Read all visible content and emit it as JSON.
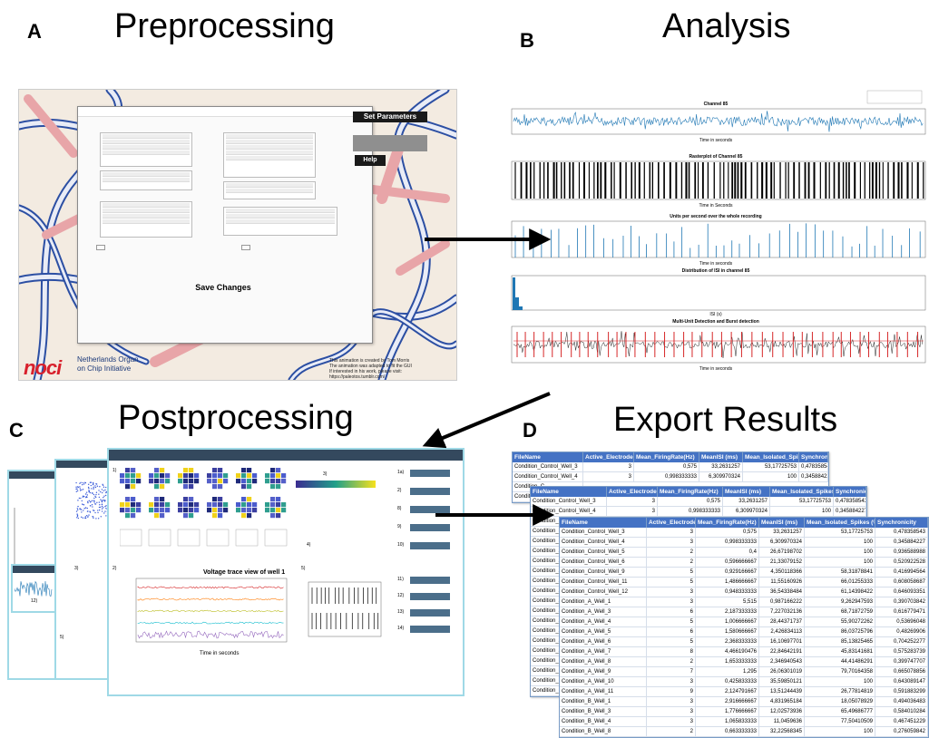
{
  "panels": {
    "a": {
      "letter": "A",
      "title": "Preprocessing"
    },
    "b": {
      "letter": "B",
      "title": "Analysis"
    },
    "c": {
      "letter": "C",
      "title": "Postprocessing"
    },
    "d": {
      "letter": "D",
      "title": "Export Results"
    }
  },
  "preprocessing": {
    "buttons": {
      "set_parameters": "Set Parameters",
      "help": "Help",
      "save_changes": "Save Changes"
    },
    "logo": "noci",
    "org_line1": "Netherlands Organ",
    "org_line2": "on Chip Initiative",
    "credit1": "This animation is created by Tom Morris",
    "credit2": "The animation was adapted to fit the GUI",
    "credit3": "If interested in his work, please visit: https://paleotos.tumblr.com/"
  },
  "analysis": {
    "charts": [
      {
        "title": "Channel 85",
        "xlabel": "Time in seconds"
      },
      {
        "title": "Rasterplot of Channel 85",
        "xlabel": "Time in Seconds"
      },
      {
        "title": "Units per second over the whole recording",
        "xlabel": "Time in seconds"
      },
      {
        "title": "Distribution of ISI in channel 85",
        "xlabel": "ISI (s)"
      },
      {
        "title": "Multi-Unit Detection and Burst detection",
        "xlabel": "Time in seconds"
      }
    ]
  },
  "postprocessing": {
    "step_labels": [
      "1)",
      "2)",
      "3)",
      "4)",
      "5)",
      "11)",
      "12)",
      "13)",
      "14)"
    ],
    "side_labels": [
      "1a)",
      "2)",
      "8)",
      "9)",
      "10)"
    ],
    "voltage_title": "Voltage trace view of well 1",
    "voltage_xlabel": "Time in seconds"
  },
  "export": {
    "headers": [
      "FileName",
      "Active_Electrodes",
      "Mean_FiringRate(Hz)",
      "MeanISI (ms)",
      "Mean_Isolated_Spikes (%)",
      "Synchronicity"
    ],
    "front_rows": [
      [
        "Condition_Control_Well_3",
        "3",
        "0,575",
        "33,2631257",
        "53,17725753",
        "0,478358543"
      ],
      [
        "Condition_Control_Well_4",
        "3",
        "0,998333333",
        "6,309970324",
        "100",
        "0,345884227"
      ],
      [
        "Condition_Control_Well_5",
        "2",
        "0,4",
        "26,67198702",
        "100",
        "0,936588988"
      ],
      [
        "Condition_Control_Well_6",
        "2",
        "0,596666667",
        "21,33079152",
        "100",
        "0,520922528"
      ],
      [
        "Condition_Control_Well_9",
        "5",
        "0,929166667",
        "4,350118366",
        "58,31878841",
        "0,416994564"
      ],
      [
        "Condition_Control_Well_11",
        "5",
        "1,486666667",
        "11,55160926",
        "66,01255333",
        "0,608058687"
      ],
      [
        "Condition_Control_Well_12",
        "3",
        "0,948333333",
        "36,54338484",
        "61,14398422",
        "0,646093351"
      ],
      [
        "Condition_A_Well_1",
        "3",
        "5,515",
        "0,987166222",
        "9,262947593",
        "0,390703842"
      ],
      [
        "Condition_A_Well_3",
        "6",
        "2,187333333",
        "7,227032136",
        "68,71872759",
        "0,616779471"
      ],
      [
        "Condition_A_Well_4",
        "5",
        "1,006666667",
        "28,44371737",
        "55,90272262",
        "0,53696048"
      ],
      [
        "Condition_A_Well_5",
        "6",
        "1,580666667",
        "2,426834113",
        "86,03725796",
        "0,48269906"
      ],
      [
        "Condition_A_Well_6",
        "5",
        "2,368333333",
        "16,10697701",
        "85,13825465",
        "0,704252277"
      ],
      [
        "Condition_A_Well_7",
        "8",
        "4,466190476",
        "22,84642191",
        "45,83141681",
        "0,575283739"
      ],
      [
        "Condition_A_Well_8",
        "2",
        "1,653333333",
        "2,346940543",
        "44,41486291",
        "0,399747707"
      ],
      [
        "Condition_A_Well_9",
        "7",
        "1,295",
        "26,06301019",
        "79,70164358",
        "0,665078856"
      ],
      [
        "Condition_A_Well_10",
        "3",
        "0,425833333",
        "35,59850121",
        "100",
        "0,643089147"
      ],
      [
        "Condition_A_Well_11",
        "9",
        "2,124791667",
        "13,51244439",
        "26,77814819",
        "0,591883299"
      ],
      [
        "Condition_B_Well_1",
        "3",
        "2,916666667",
        "4,831965184",
        "18,05078929",
        "0,494036483"
      ],
      [
        "Condition_B_Well_3",
        "3",
        "1,776666667",
        "12,02573936",
        "65,49686777",
        "0,584010284"
      ],
      [
        "Condition_B_Well_4",
        "3",
        "1,065833333",
        "11,0459636",
        "77,50410509",
        "0,467451229"
      ],
      [
        "Condition_B_Well_8",
        "2",
        "0,663333333",
        "32,22568345",
        "100",
        "0,276059842"
      ]
    ],
    "back_rows": [
      [
        "Condition_Control_Well_3",
        "3",
        "0,575",
        "33,2631257",
        "53,17725753",
        "0,478358543"
      ],
      [
        "Condition_Control_Well_4",
        "3",
        "0,998333333",
        "6,309970324",
        "100",
        "0,345884227"
      ]
    ],
    "back_side_names": [
      "Condition_C",
      "Condition_C",
      "Condition_C",
      "Condition_C",
      "Condition_C",
      "Condition_A",
      "Condition_A",
      "Condition_A",
      "Condition_A",
      "Condition_A",
      "Condition_A",
      "Condition_A",
      "Condition_A",
      "Condition_A",
      "Condition_A",
      "Condition_A",
      "Condition_B",
      "Condition_B",
      "Condition_B",
      "Condition_B"
    ]
  },
  "colors": {
    "arrow": "#000000",
    "table_header": "#4472c4",
    "signal": "#1f77b4",
    "spikes": "#d62728",
    "frame": "#9fd9e6"
  }
}
